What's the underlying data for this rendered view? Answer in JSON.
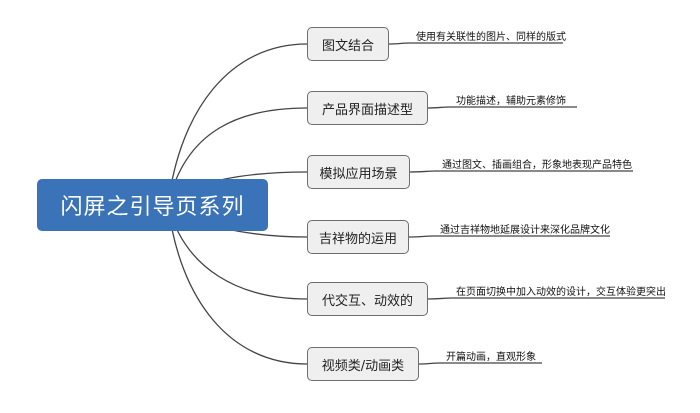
{
  "diagram": {
    "root": "闪屏之引导页系列",
    "branches": [
      {
        "label": "图文结合",
        "note": "使用有关联性的图片、同样的版式"
      },
      {
        "label": "产品界面描述型",
        "note": "功能描述，辅助元素修饰"
      },
      {
        "label": "模拟应用场景",
        "note": "通过图文、插画组合，形象地表现产品特色"
      },
      {
        "label": "吉祥物的运用",
        "note": "通过吉祥物地延展设计来深化品牌文化"
      },
      {
        "label": "代交互、动效的",
        "note": "在页面切换中加入动效的设计，交互体验更突出"
      },
      {
        "label": "视频类/动画类",
        "note": "开篇动画，直观形象"
      }
    ],
    "colors": {
      "root_fill": "#3A73B8",
      "branch_fill": "#EFEFEF",
      "line": "#444444"
    }
  }
}
